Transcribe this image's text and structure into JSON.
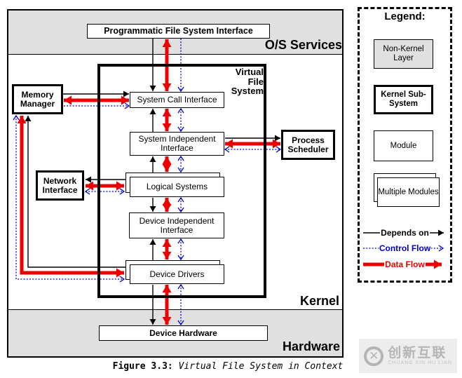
{
  "colors": {
    "band_gray": "#e0e0e0",
    "depends_on": "#000000",
    "control_flow": "#0000cc",
    "data_flow": "#ee0000",
    "watermark_gray": "#b5b5b5"
  },
  "bands": {
    "os": "O/S Services",
    "kernel": "Kernel",
    "hardware": "Hardware"
  },
  "boxes": {
    "pfsi": "Programmatic File System Interface",
    "vfs": "Virtual\nFile\nSystem",
    "memory_manager": "Memory\nManager",
    "system_call": "System Call Interface",
    "system_independent": "System Independent Interface",
    "logical_systems": "Logical Systems",
    "network_interface": "Network\nInterface",
    "process_scheduler": "Process\nScheduler",
    "device_independent": "Device Independent Interface",
    "device_drivers": "Device Drivers",
    "device_hardware": "Device Hardware"
  },
  "legend": {
    "title": "Legend:",
    "non_kernel": "Non-Kernel Layer",
    "kernel_sub": "Kernel Sub-System",
    "module": "Module",
    "multiple": "Multiple Modules",
    "depends": "Depends on",
    "control": "Control Flow",
    "data": "Data Flow"
  },
  "caption": {
    "prefix": "Figure 3.3:",
    "title": " Virtual File System in Context"
  },
  "watermark": {
    "logo_glyph": "✕",
    "cn": "创新互联",
    "en": "CHUANG XIN HU LIAN"
  }
}
